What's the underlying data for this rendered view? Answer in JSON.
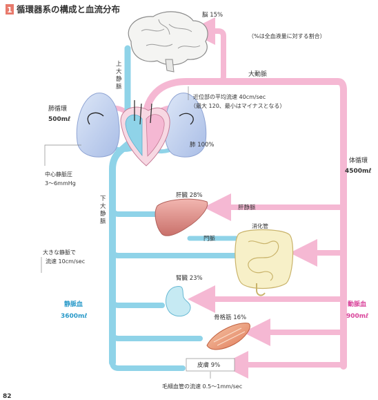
{
  "section_number": "1",
  "title": "循環器系の構成と血流分布",
  "page_number": "82",
  "note": "（%は全血液量に対する割合）",
  "labels": {
    "superior_vena_cava": [
      "上",
      "大",
      "静",
      "脈"
    ],
    "inferior_vena_cava": [
      "下",
      "大",
      "静",
      "脈"
    ],
    "aorta": "大動脈",
    "pulmonary_circulation": "肺循環",
    "pulmonary_volume": "500mℓ",
    "systemic_circulation": "体循環",
    "systemic_volume": "4500mℓ",
    "central_venous_pressure_1": "中心静脈圧",
    "central_venous_pressure_2": "3～6mmHg",
    "aorta_velocity_1": "近位部の平均流速 40cm/sec",
    "aorta_velocity_2": "（最大 120、最小はマイナスとなる）",
    "large_vein_velocity_1": "大きな静脈で",
    "large_vein_velocity_2": "流速 10cm/sec",
    "hepatic_vein": "肝静脈",
    "portal_vein": "門脈",
    "venous_blood": "静脈血",
    "venous_volume": "3600mℓ",
    "arterial_blood": "動脈血",
    "arterial_volume": "900mℓ",
    "capillary_velocity": "毛細血管の流速 0.5～1mm/sec"
  },
  "organs": {
    "brain": "脳 15%",
    "lung": "肺 100%",
    "liver": "肝臓 28%",
    "gut": "消化管",
    "kidney": "腎臓 23%",
    "muscle": "骨格筋 16%",
    "skin": "皮膚 9%"
  },
  "colors": {
    "artery": "#f5b8d3",
    "vein": "#8fd3e8",
    "accent_pink": "#d9439a",
    "accent_blue": "#2a9ac9",
    "section_badge": "#e87a6c"
  }
}
